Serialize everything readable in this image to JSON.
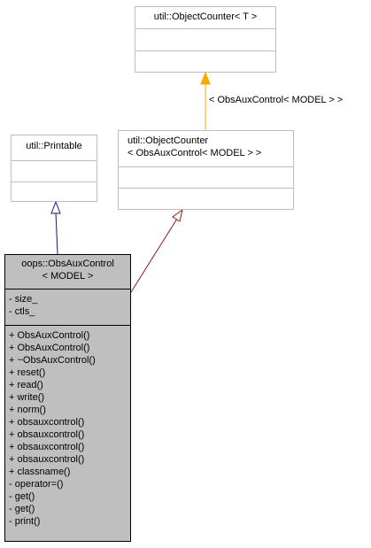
{
  "classes": {
    "main": {
      "title": [
        "oops::ObsAuxControl",
        "< MODEL >"
      ],
      "attributes": [
        "- size_",
        "- ctls_"
      ],
      "methods": [
        "+ ObsAuxControl()",
        "+ ObsAuxControl()",
        "+ ~ObsAuxControl()",
        "+ reset()",
        "+ read()",
        "+ write()",
        "+ norm()",
        "+ obsauxcontrol()",
        "+ obsauxcontrol()",
        "+ obsauxcontrol()",
        "+ obsauxcontrol()",
        "+ classname()",
        "- operator=()",
        "- get()",
        "- get()",
        "- print()"
      ]
    },
    "printable": {
      "title": [
        "util::Printable"
      ]
    },
    "counter_template": {
      "title": [
        "util::ObjectCounter< T >"
      ]
    },
    "counter_instance": {
      "title": [
        "util::ObjectCounter",
        "< ObsAuxControl< MODEL > >"
      ]
    }
  },
  "edges": {
    "template_binding_label": "< ObsAuxControl< MODEL > >"
  },
  "colors": {
    "inherit_public": "#191970",
    "inherit_private": "#8b1a1a",
    "template_instance": "#ffa500",
    "border_gray": "#bfbfbf",
    "main_fill": "#bfbfbf"
  }
}
